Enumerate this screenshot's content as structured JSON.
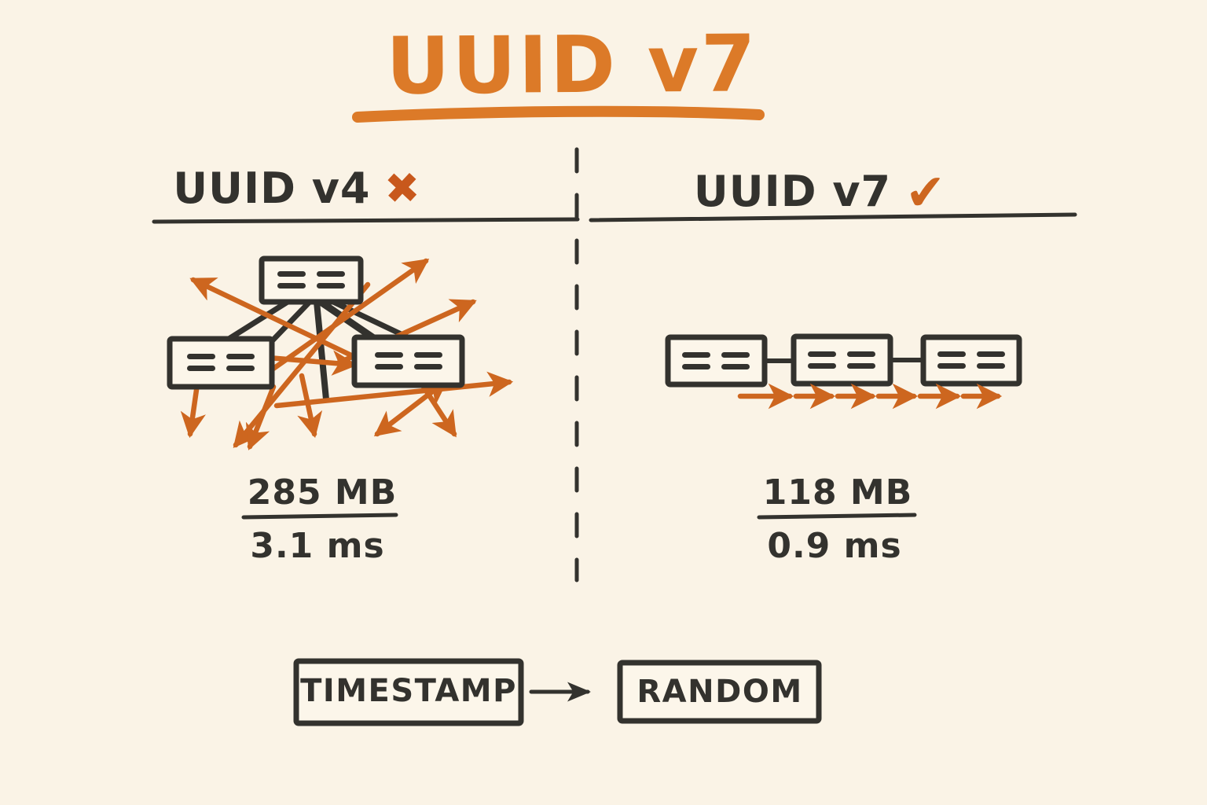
{
  "colors": {
    "background": "#faf3e6",
    "ink": "#33322e",
    "title_orange": "#dc7a28",
    "accent_orange": "#cd661f"
  },
  "title": "UUID v7",
  "columns": {
    "left": {
      "heading": "UUID v4",
      "mark": "✖",
      "size": "285 MB",
      "time": "3.1 ms"
    },
    "right": {
      "heading": "UUID v7",
      "mark": "✔",
      "size": "118 MB",
      "time": "0.9 ms"
    }
  },
  "footer": {
    "timestamp": "TIMESTAMP",
    "random": "RANDOM"
  },
  "icons": {
    "x_icon": "✖",
    "check_icon": "✔"
  }
}
